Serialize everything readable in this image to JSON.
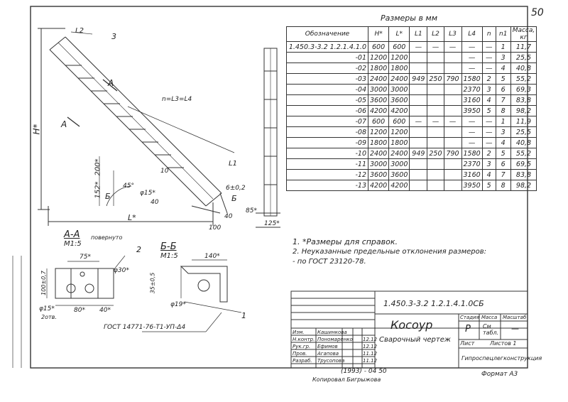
{
  "page_number": "50",
  "table": {
    "caption": "Размеры в мм",
    "headers": [
      "Обозначение",
      "H*",
      "L*",
      "L1",
      "L2",
      "L3",
      "L4",
      "n",
      "n1",
      "Масса, кг"
    ],
    "rows": [
      [
        "1.450.3-3.2  1.2.1.4.1.0",
        "600",
        "600",
        "—",
        "—",
        "—",
        "—",
        "—",
        "1",
        "11,7"
      ],
      [
        "-01",
        "1200",
        "1200",
        "",
        "",
        "",
        "—",
        "—",
        "3",
        "25,5"
      ],
      [
        "-02",
        "1800",
        "1800",
        "",
        "",
        "",
        "—",
        "—",
        "4",
        "40,8"
      ],
      [
        "-03",
        "2400",
        "2400",
        "949",
        "250",
        "790",
        "1580",
        "2",
        "5",
        "55,2"
      ],
      [
        "-04",
        "3000",
        "3000",
        "",
        "",
        "",
        "2370",
        "3",
        "6",
        "69,3"
      ],
      [
        "-05",
        "3600",
        "3600",
        "",
        "",
        "",
        "3160",
        "4",
        "7",
        "83,8"
      ],
      [
        "-06",
        "4200",
        "4200",
        "",
        "",
        "",
        "3950",
        "5",
        "8",
        "98,2"
      ],
      [
        "-07",
        "600",
        "600",
        "—",
        "—",
        "—",
        "—",
        "—",
        "1",
        "11,9"
      ],
      [
        "-08",
        "1200",
        "1200",
        "",
        "",
        "",
        "—",
        "—",
        "3",
        "25,5"
      ],
      [
        "-09",
        "1800",
        "1800",
        "",
        "",
        "",
        "—",
        "—",
        "4",
        "40,8"
      ],
      [
        "-10",
        "2400",
        "2400",
        "949",
        "250",
        "790",
        "1580",
        "2",
        "5",
        "55,2"
      ],
      [
        "-11",
        "3000",
        "3000",
        "",
        "",
        "",
        "2370",
        "3",
        "6",
        "69,5"
      ],
      [
        "-12",
        "3600",
        "3600",
        "",
        "",
        "",
        "3160",
        "4",
        "7",
        "83,8"
      ],
      [
        "-13",
        "4200",
        "4200",
        "",
        "",
        "",
        "3950",
        "5",
        "8",
        "98,2"
      ]
    ]
  },
  "notes": {
    "n1": "1. *Размеры для справок.",
    "n2": "2. Неуказанные предельные отклонения размеров:",
    "n3": "- по ГОСТ 23120-78."
  },
  "drawing": {
    "H": "H*",
    "L": "L*",
    "L2": "L2",
    "L1": "L1",
    "callout3": "3",
    "secA": "A",
    "n_formula": "n=L3=L4",
    "d200": "200*",
    "d152": "152*",
    "d45": "45°",
    "d15": "φ15*",
    "d40a": "40",
    "d10": "10",
    "d6": "6±0,2",
    "B": "Б",
    "d100": "100",
    "d40b": "40",
    "d85": "85*",
    "d125": "125*"
  },
  "section_aa": {
    "title": "А-А",
    "scale": "М1:5",
    "note": "повернуто",
    "d75": "75*",
    "d30": "φ30*",
    "d100": "100±0,7",
    "d15": "φ15*",
    "holes": "2отв.",
    "d80": "80*",
    "d40": "40*",
    "callout2": "2"
  },
  "section_bb": {
    "title": "Б-Б",
    "scale": "М1:5",
    "d140": "140*",
    "d35": "35±0,5",
    "d19": "φ19*",
    "callout1": "1"
  },
  "gost_label": "ГОСТ 14771-76-Т1-УП-Δ4",
  "title_block": {
    "code": "1.450.3-3.2  1.2.1.4.1.0СБ",
    "name": "Косоур",
    "subname": "Сварочный чертеж",
    "stage_h": "Стадия",
    "mass_h": "Масса",
    "scale_h": "Масштаб",
    "stage": "Р",
    "mass": "См табл.",
    "scale": "—",
    "sheet": "Лист",
    "sheets": "Листов 1",
    "org": "Гипроспецлегконструкция",
    "roles": [
      "Изм.",
      "Н.контр.",
      "Рук.гр.",
      "Пров.",
      "Разраб."
    ],
    "names": [
      "Кашинкова",
      "Пономаренко",
      "Ефимов",
      "Агапова",
      "Трусопова"
    ],
    "dates": [
      "",
      "12.12",
      "12.12",
      "11.12",
      "11.12"
    ]
  },
  "footer": {
    "stamp": "(1993) - 04 50",
    "copied": "Копировал Бигрыжова",
    "format": "Формат А3"
  }
}
